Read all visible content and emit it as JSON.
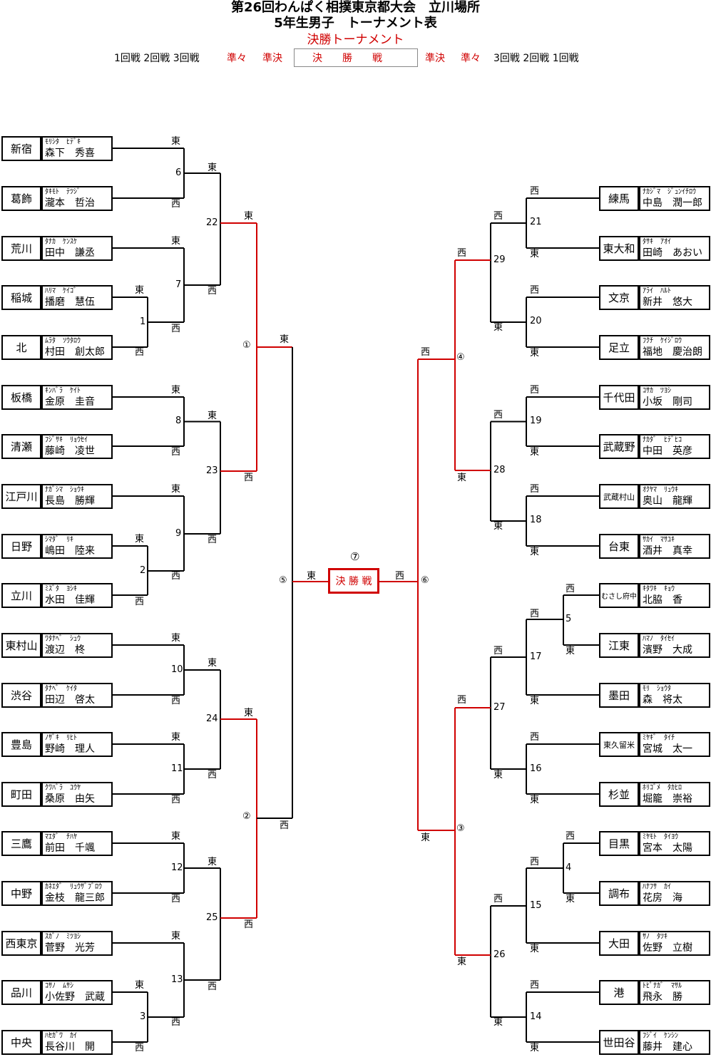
{
  "title": {
    "line1": "第26回わんぱく相撲東京都大会　立川場所",
    "line2": "5年生男子　トーナメント表",
    "line3": "決勝トーナメント"
  },
  "rounds_header": {
    "left_plain": "1回戦 2回戦 3回戦",
    "left_q": "準々",
    "left_s": "準決",
    "final": "決　　勝　　戦",
    "right_s": "準決",
    "right_q": "準々",
    "right_plain": "3回戦 2回戦 1回戦"
  },
  "left_entries": [
    {
      "pref": "新宿",
      "kana": "ﾓﾘｼﾀ　ﾋﾃﾞｷ",
      "name": "森下　秀喜"
    },
    {
      "pref": "葛飾",
      "kana": "ﾀｷﾓﾄ　ﾃﾂｼﾞ",
      "name": "瀧本　哲治"
    },
    {
      "pref": "荒川",
      "kana": "ﾀﾅｶ　ｹﾝｽｹ",
      "name": "田中　謙丞"
    },
    {
      "pref": "稲城",
      "kana": "ﾊﾘﾏ　ｹｲｺﾞ",
      "name": "播磨　慧伍"
    },
    {
      "pref": "北",
      "kana": "ﾑﾗﾀ　ｿｳﾀﾛｳ",
      "name": "村田　創太郎"
    },
    {
      "pref": "板橋",
      "kana": "ｷﾝﾊﾞﾗ　ｹｲﾄ",
      "name": "金原　圭音"
    },
    {
      "pref": "清瀬",
      "kana": "ﾌｼﾞｻｷ　ﾘｮｳｾｲ",
      "name": "藤崎　凌世"
    },
    {
      "pref": "江戸川",
      "kana": "ﾅｶﾞｼﾏ　ｼｮｳｷ",
      "name": "長島　勝輝"
    },
    {
      "pref": "日野",
      "kana": "ｼﾏﾀﾞ　ﾘｷ",
      "name": "嶋田　陸来"
    },
    {
      "pref": "立川",
      "kana": "ﾐｽﾞﾀ　ﾖｼｷ",
      "name": "水田　佳輝"
    },
    {
      "pref": "東村山",
      "kana": "ﾜﾀﾅﾍﾞ　ｼｭｳ",
      "name": "渡辺　柊"
    },
    {
      "pref": "渋谷",
      "kana": "ﾀﾅﾍﾞ　ｹｲﾀ",
      "name": "田辺　啓太"
    },
    {
      "pref": "豊島",
      "kana": "ﾉｻﾞｷ　ﾘﾋﾄ",
      "name": "野崎　理人"
    },
    {
      "pref": "町田",
      "kana": "ｸﾜﾊﾞﾗ　ﾕｳﾔ",
      "name": "桑原　由矢"
    },
    {
      "pref": "三鷹",
      "kana": "ﾏｴﾀﾞ　ﾁﾊﾔ",
      "name": "前田　千颯"
    },
    {
      "pref": "中野",
      "kana": "ｶﾈｴﾀﾞ　ﾘｭｳｻﾞﾌﾞﾛｳ",
      "name": "金枝　龍三郎"
    },
    {
      "pref": "西東京",
      "kana": "ｽｶﾞﾉ　ﾐﾂﾖｼ",
      "name": "菅野　光芳"
    },
    {
      "pref": "品川",
      "kana": "ｺｻﾉ　ﾑｻｼ",
      "name": "小佐野　武蔵"
    },
    {
      "pref": "中央",
      "kana": "ﾊｾｶﾞﾜ　ｶｲ",
      "name": "長谷川　開"
    }
  ],
  "right_entries": [
    {
      "pref": "練馬",
      "kana": "ﾅｶｼﾞﾏ　ｼﾞｭﾝｲﾁﾛｳ",
      "name": "中島　潤一郎"
    },
    {
      "pref": "東大和",
      "kana": "ﾀｻｷ　ｱｵｲ",
      "name": "田崎　あおい"
    },
    {
      "pref": "文京",
      "kana": "ｱﾗｲ　ﾊﾙﾄ",
      "name": "新井　悠大"
    },
    {
      "pref": "足立",
      "kana": "ﾌｸﾁ　ｹｲｼﾞﾛｳ",
      "name": "福地　慶治朗"
    },
    {
      "pref": "千代田",
      "kana": "ｺｻｶ　ﾂﾖｼ",
      "name": "小坂　剛司"
    },
    {
      "pref": "武蔵野",
      "kana": "ﾅｶﾀﾞ　ﾋﾃﾞﾋｺ",
      "name": "中田　英彦"
    },
    {
      "pref": "武蔵村山",
      "kana": "ｵｸﾔﾏ　ﾘｭｳｷ",
      "name": "奥山　龍輝"
    },
    {
      "pref": "台東",
      "kana": "ｻｶｲ　ﾏｻﾕｷ",
      "name": "酒井　真幸"
    },
    {
      "pref": "むさし府中",
      "kana": "ｷﾀﾜｷ　ｷｮｳ",
      "name": "北脇　香"
    },
    {
      "pref": "江東",
      "kana": "ﾊﾏﾉ　ﾀｲｾｲ",
      "name": "濱野　大成"
    },
    {
      "pref": "墨田",
      "kana": "ﾓﾘ　ｼｮｳﾀ",
      "name": "森　将太"
    },
    {
      "pref": "東久留米",
      "kana": "ﾐﾔｷﾞ　ﾀｲﾁ",
      "name": "宮城　太一"
    },
    {
      "pref": "杉並",
      "kana": "ﾎﾘｺﾞﾒ　ﾀｶﾋﾛ",
      "name": "堀籠　崇裕"
    },
    {
      "pref": "目黒",
      "kana": "ﾐﾔﾓﾄ　ﾀｲﾖｳ",
      "name": "宮本　太陽"
    },
    {
      "pref": "調布",
      "kana": "ﾊﾅﾌｻ　ｶｲ",
      "name": "花房　海"
    },
    {
      "pref": "大田",
      "kana": "ｻﾉ　ﾀﾂｷ",
      "name": "佐野　立樹"
    },
    {
      "pref": "港",
      "kana": "ﾄﾋﾟﾅｶﾞ　ﾏｻﾙ",
      "name": "飛永　勝"
    },
    {
      "pref": "世田谷",
      "kana": "ﾌｼﾞｲ　ｹﾝｼﾝ",
      "name": "藤井　建心"
    }
  ],
  "final_label": "決 勝 戦",
  "final_number": "⑦",
  "east": "東",
  "west": "西",
  "circled": [
    "①",
    "②",
    "③",
    "④",
    "⑤",
    "⑥"
  ],
  "match_numbers_left": [
    "6",
    "7",
    "1",
    "8",
    "9",
    "2",
    "10",
    "11",
    "12",
    "13",
    "3",
    "22",
    "23",
    "24",
    "25"
  ],
  "match_numbers_right": [
    "21",
    "20",
    "19",
    "18",
    "5",
    "17",
    "16",
    "4",
    "15",
    "14",
    "29",
    "28",
    "27",
    "26"
  ]
}
